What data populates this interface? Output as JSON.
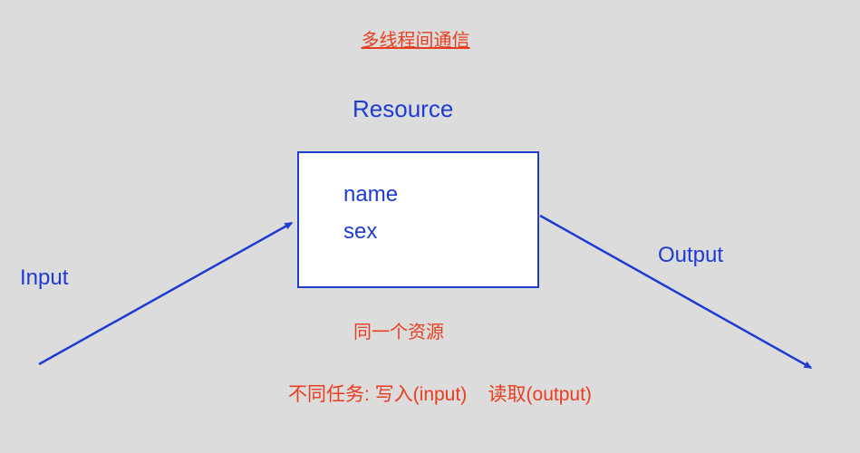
{
  "title": "多线程间通信",
  "diagram": {
    "resource_label": "Resource",
    "fields": [
      "name",
      "sex"
    ],
    "input_label": "Input",
    "output_label": "Output",
    "caption": "同一个资源",
    "note": "不同任务: 写入(input)    读取(output)"
  },
  "colors": {
    "background": "#dcdcdc",
    "blue": "#1e3bd2",
    "red": "#e83d1f",
    "box_fill": "#ffffff"
  }
}
